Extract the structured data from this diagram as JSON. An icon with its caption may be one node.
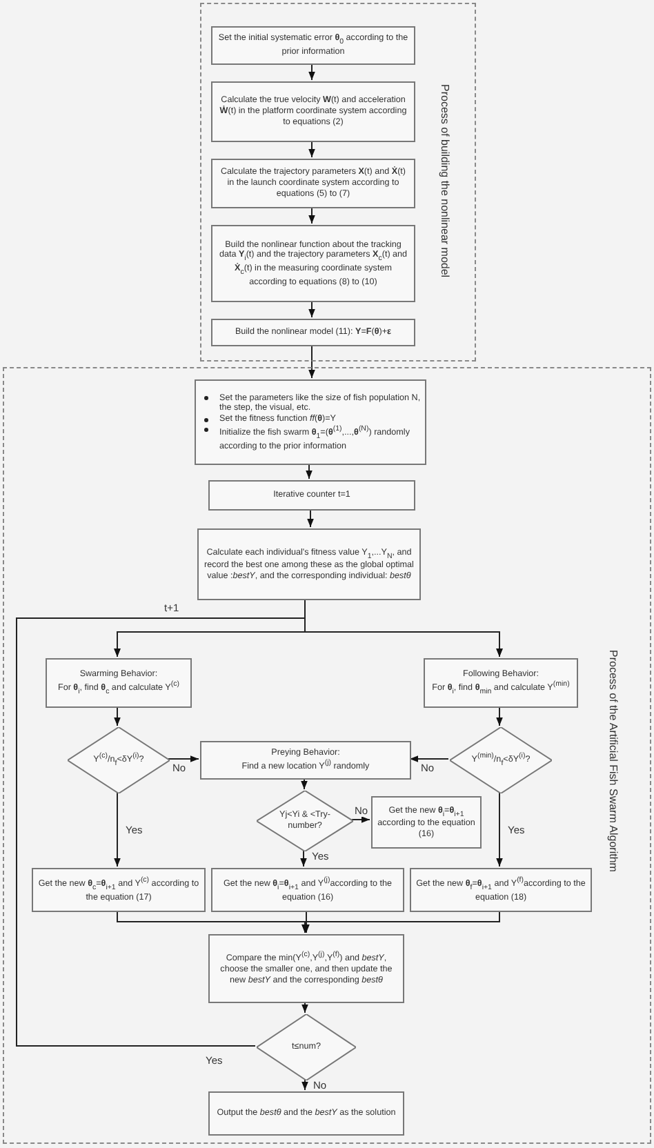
{
  "diagram": {
    "nodes": [
      {
        "text": [
          "Process of building the nonlinear model"
        ]
      },
      {
        "text": [
          "Set the initial systematic error **θ**$_{0}$ according to the prior information"
        ],
        "in": 0
      },
      {
        "text": [
          "Calculate the true velocity **W**(t) and acceleration **Ẇ**(t) in the platform coordinate system according to equations (2)"
        ],
        "in": 0
      },
      {
        "text": [
          "Calculate the trajectory parameters **X**(t) and **Ẋ**(t) in the launch coordinate system according to equations (5) to (7)"
        ],
        "in": 0
      },
      {
        "text": [
          "Build the nonlinear function about the tracking data **Y**$_{i}$(t) and the trajectory parameters **X**$_{c}$(t) and **Ẋ**$_{c}$(t) in the measuring coordinate system according to equations (8) to (10)"
        ],
        "in": 0
      },
      {
        "text": [
          "Build the nonlinear model (11): **Y**=**F**(**θ**)+**ε**"
        ],
        "in": 0
      },
      {
        "text": [
          "Process of the Artificial Fish Swarm Algorithm"
        ]
      },
      {
        "text": [
          "Set the parameters like the size of fish population N, the step, the visual, etc.",
          "Set the fitness function *ff*(**θ**)=Y",
          "Initialize the fish swarm **θ**$_{1}$=(**θ**$^{(1)}$,...,**θ**$^{(N)}$) randomly according to the prior information"
        ],
        "in": 6
      },
      {
        "text": [
          "Iterative counter t=1"
        ],
        "in": 6
      },
      {
        "text": [
          "Calculate each individual's fitness value Y$_{1}$,...Y$_{N}$, and record the best one among these as the global optimal value :*bestY*, and the corresponding individual: *bestθ*"
        ],
        "in": 6
      },
      {
        "text": [
          "Swarming Behavior:",
          "For **θ**$_{i}$, find **θ**$_{c}$ and calculate Y$^{(c)}$"
        ],
        "in": 6
      },
      {
        "text": [
          "Y$^{(c)}$/n$_{f}$<δY$^{(i)}$?"
        ],
        "in": 6
      },
      {
        "text": [
          "Preying Behavior:",
          "Find a new location Y$^{(j)}$ randomly"
        ],
        "in": 6
      },
      {
        "text": [
          "Following Behavior:",
          "For **θ**$_{i}$, find **θ**$_{min}$ and calculate Y$^{(min)}$"
        ],
        "in": 6
      },
      {
        "text": [
          "Y$^{(min)}$/n$_{f}$<δY$^{(i)}$?"
        ],
        "in": 6
      },
      {
        "text": [
          "Yj<Yi & <Try-number?"
        ],
        "in": 6
      },
      {
        "text": [
          "Get the new **θ**$_{i}$=**θ**$_{i+1}$ according to the equation (16)"
        ],
        "in": 6
      },
      {
        "text": [
          "Get the new **θ**$_{c}$=**θ**$_{i+1}$ and Y$^{(c)}$ according to the equation (17)"
        ],
        "in": 6
      },
      {
        "text": [
          "Get the new **θ**$_{i}$=**θ**$_{i+1}$ and Y$^{(j)}$according to the equation (16)"
        ],
        "in": 6
      },
      {
        "text": [
          "Get the new **θ**$_{f}$=**θ**$_{i+1}$ and Y$^{(f)}$according to the equation (18)"
        ],
        "in": 6
      },
      {
        "text": [
          "Compare the min(Y$^{(c)}$,Y$^{(j)}$,Y$^{(f)}$) and *bestY*, choose the smaller one, and then update the new *bestY* and the corresponding *bestθ*"
        ],
        "in": 6
      },
      {
        "text": [
          "t≤num?"
        ],
        "in": 6
      },
      {
        "text": [
          "Output the *bestθ* and the *bestY* as the solution"
        ],
        "in": 6
      }
    ],
    "edges": [
      {
        "from": 1,
        "to": 2,
        "arrow": "to"
      },
      {
        "from": 2,
        "to": 3,
        "arrow": "to"
      },
      {
        "from": 3,
        "to": 4,
        "arrow": "to"
      },
      {
        "from": 4,
        "to": 5,
        "arrow": "to"
      },
      {
        "from": 5,
        "to": 7,
        "arrow": "to"
      },
      {
        "from": 7,
        "to": 8,
        "arrow": "to"
      },
      {
        "from": 8,
        "to": 9,
        "arrow": "to"
      },
      {
        "from": 9,
        "to": 10,
        "arrow": "to"
      },
      {
        "from": 9,
        "to": 13,
        "arrow": "to"
      },
      {
        "from": 10,
        "to": 11,
        "arrow": "to"
      },
      {
        "from": 11,
        "to": 12,
        "label": "No",
        "arrow": "to"
      },
      {
        "from": 11,
        "to": 17,
        "label": "Yes",
        "arrow": "to"
      },
      {
        "from": 13,
        "to": 14,
        "arrow": "to"
      },
      {
        "from": 14,
        "to": 12,
        "label": "No",
        "arrow": "to"
      },
      {
        "from": 14,
        "to": 19,
        "label": "Yes",
        "arrow": "to"
      },
      {
        "from": 12,
        "to": 15,
        "arrow": "to"
      },
      {
        "from": 15,
        "to": 16,
        "label": "No",
        "arrow": "to"
      },
      {
        "from": 15,
        "to": 18,
        "label": "Yes",
        "arrow": "to"
      },
      {
        "from": 17,
        "to": 20,
        "arrow": "to"
      },
      {
        "from": 18,
        "to": 20,
        "arrow": "to"
      },
      {
        "from": 19,
        "to": 20,
        "arrow": "to"
      },
      {
        "from": 20,
        "to": 21,
        "arrow": "to"
      },
      {
        "from": 21,
        "to": 22,
        "label": "No",
        "arrow": "to"
      },
      {
        "from": 21,
        "to": 10,
        "label": "Yes",
        "arrow": "to"
      },
      {
        "from": 21,
        "to": 13,
        "label": "t+1",
        "arrow": "to"
      }
    ]
  }
}
